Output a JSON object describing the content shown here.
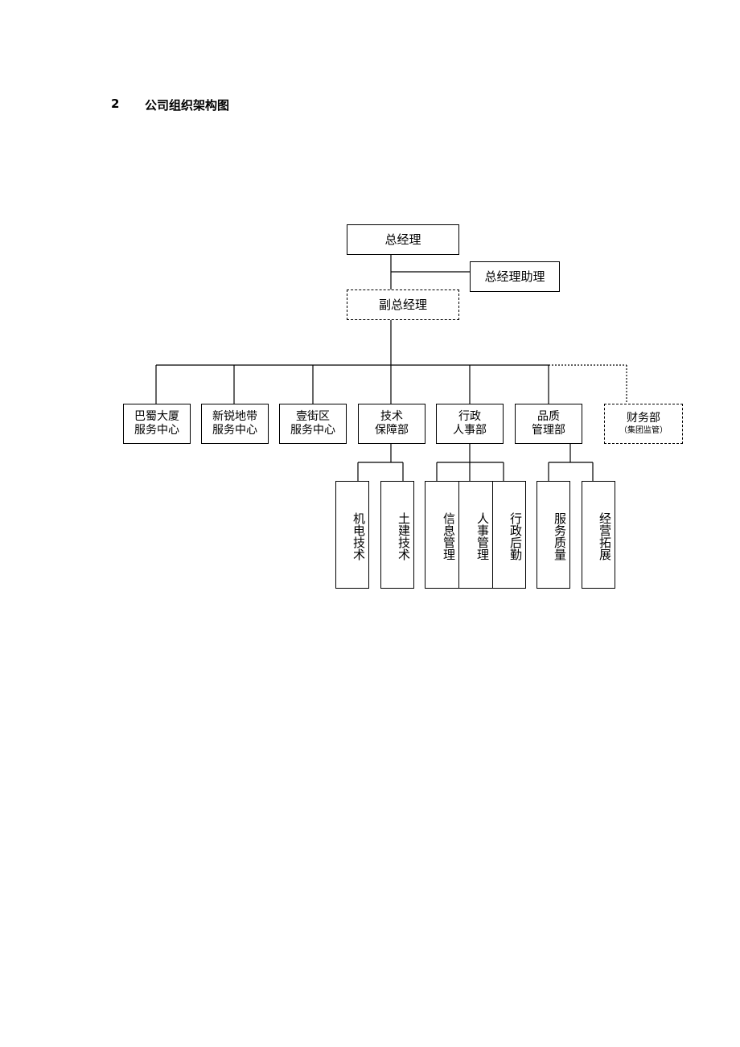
{
  "heading": {
    "number": "2",
    "title": "公司组织架构图"
  },
  "gm": "总经理",
  "gm_assistant": "总经理助理",
  "deputy_gm": "副总经理",
  "departments": [
    {
      "line1": "巴蜀大厦",
      "line2": "服务中心"
    },
    {
      "line1": "新锐地带",
      "line2": "服务中心"
    },
    {
      "line1": "壹街区",
      "line2": "服务中心"
    },
    {
      "line1": "技术",
      "line2": "保障部"
    },
    {
      "line1": "行政",
      "line2": "人事部"
    },
    {
      "line1": "品质",
      "line2": "管理部"
    }
  ],
  "finance": {
    "line1": "财务部",
    "note": "（集团监管）"
  },
  "sub_units": [
    {
      "text": "机电技术"
    },
    {
      "text": "土建技术"
    },
    {
      "text": "信息管理"
    },
    {
      "text": "人事管理"
    },
    {
      "text": "行政后勤"
    },
    {
      "text": "服务质量"
    },
    {
      "text": "经营拓展"
    }
  ]
}
